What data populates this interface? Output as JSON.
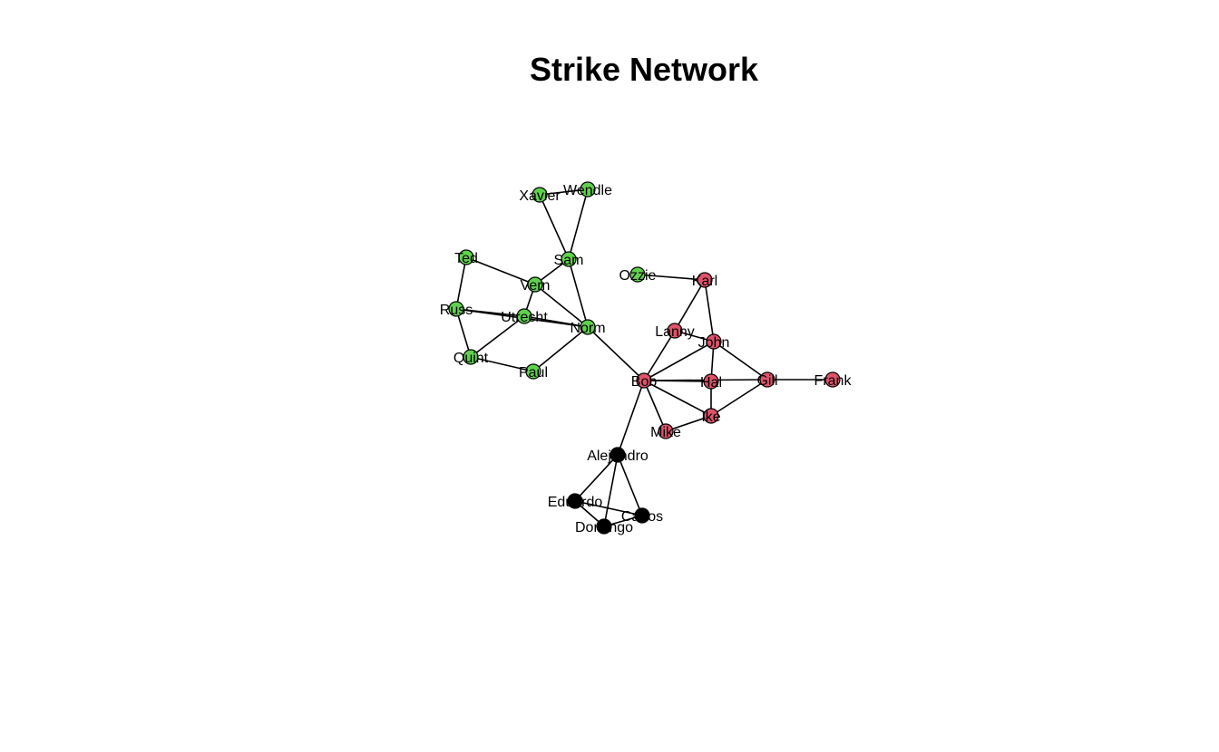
{
  "title": "Strike Network",
  "colors": {
    "edge": "#000000",
    "node_outline": "#000000",
    "group_green": "#61D04F",
    "group_red": "#DF536B",
    "group_black": "#000000"
  },
  "nodes": [
    {
      "id": "Xavier",
      "label": "Xavier",
      "group": "group_green"
    },
    {
      "id": "Wendle",
      "label": "Wendle",
      "group": "group_green"
    },
    {
      "id": "Sam",
      "label": "Sam",
      "group": "group_green"
    },
    {
      "id": "Ted",
      "label": "Ted",
      "group": "group_green"
    },
    {
      "id": "Vern",
      "label": "Vern",
      "group": "group_green"
    },
    {
      "id": "Russ",
      "label": "Russ",
      "group": "group_green"
    },
    {
      "id": "Utrecht",
      "label": "Utrecht",
      "group": "group_green"
    },
    {
      "id": "Norm",
      "label": "Norm",
      "group": "group_green"
    },
    {
      "id": "Quint",
      "label": "Quint",
      "group": "group_green"
    },
    {
      "id": "Paul",
      "label": "Paul",
      "group": "group_green"
    },
    {
      "id": "Ozzie",
      "label": "Ozzie",
      "group": "group_green"
    },
    {
      "id": "Karl",
      "label": "Karl",
      "group": "group_red"
    },
    {
      "id": "Lanny",
      "label": "Lanny",
      "group": "group_red"
    },
    {
      "id": "John",
      "label": "John",
      "group": "group_red"
    },
    {
      "id": "Bob",
      "label": "Bob",
      "group": "group_red"
    },
    {
      "id": "Hal",
      "label": "Hal",
      "group": "group_red"
    },
    {
      "id": "Gill",
      "label": "Gill",
      "group": "group_red"
    },
    {
      "id": "Frank",
      "label": "Frank",
      "group": "group_red"
    },
    {
      "id": "Ike",
      "label": "Ike",
      "group": "group_red"
    },
    {
      "id": "Mike",
      "label": "Mike",
      "group": "group_red"
    },
    {
      "id": "Alejandro",
      "label": "Alejandro",
      "group": "group_black"
    },
    {
      "id": "Eduardo",
      "label": "Eduardo",
      "group": "group_black"
    },
    {
      "id": "Carlos",
      "label": "Carlos",
      "group": "group_black"
    },
    {
      "id": "Domingo",
      "label": "Domingo",
      "group": "group_black"
    }
  ],
  "edges": [
    [
      "Xavier",
      "Wendle"
    ],
    [
      "Xavier",
      "Sam"
    ],
    [
      "Wendle",
      "Sam"
    ],
    [
      "Sam",
      "Vern"
    ],
    [
      "Sam",
      "Norm"
    ],
    [
      "Ted",
      "Vern"
    ],
    [
      "Ted",
      "Russ"
    ],
    [
      "Vern",
      "Utrecht"
    ],
    [
      "Vern",
      "Norm"
    ],
    [
      "Russ",
      "Utrecht"
    ],
    [
      "Russ",
      "Norm"
    ],
    [
      "Russ",
      "Quint"
    ],
    [
      "Utrecht",
      "Norm"
    ],
    [
      "Utrecht",
      "Quint"
    ],
    [
      "Quint",
      "Paul"
    ],
    [
      "Paul",
      "Norm"
    ],
    [
      "Norm",
      "Bob"
    ],
    [
      "Ozzie",
      "Karl"
    ],
    [
      "Karl",
      "Lanny"
    ],
    [
      "Karl",
      "John"
    ],
    [
      "Lanny",
      "Bob"
    ],
    [
      "Lanny",
      "John"
    ],
    [
      "John",
      "Bob"
    ],
    [
      "John",
      "Hal"
    ],
    [
      "John",
      "Gill"
    ],
    [
      "Bob",
      "Hal"
    ],
    [
      "Bob",
      "Gill"
    ],
    [
      "Bob",
      "Ike"
    ],
    [
      "Bob",
      "Mike"
    ],
    [
      "Bob",
      "Alejandro"
    ],
    [
      "Hal",
      "Ike"
    ],
    [
      "Gill",
      "Ike"
    ],
    [
      "Gill",
      "Frank"
    ],
    [
      "Mike",
      "Ike"
    ],
    [
      "Alejandro",
      "Eduardo"
    ],
    [
      "Alejandro",
      "Carlos"
    ],
    [
      "Alejandro",
      "Domingo"
    ],
    [
      "Eduardo",
      "Carlos"
    ],
    [
      "Eduardo",
      "Domingo"
    ],
    [
      "Carlos",
      "Domingo"
    ]
  ]
}
